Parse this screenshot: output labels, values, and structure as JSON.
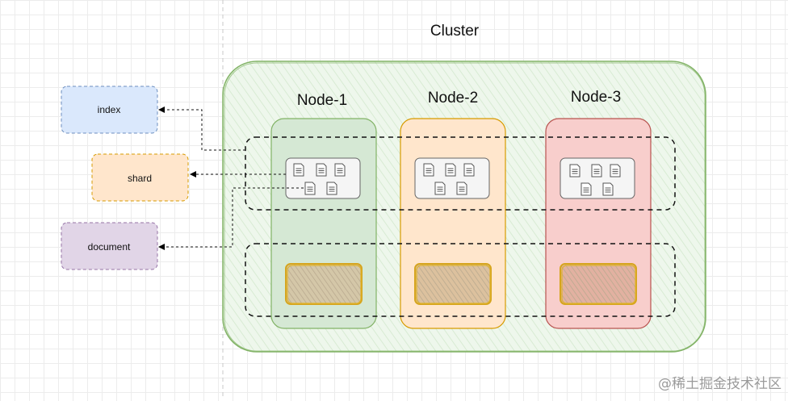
{
  "diagram": {
    "title": "Cluster",
    "legend": [
      {
        "id": "index",
        "label": "index",
        "fill": "#dae8fc",
        "stroke": "#6c8ebf"
      },
      {
        "id": "shard",
        "label": "shard",
        "fill": "#ffe6cc",
        "stroke": "#d79b00"
      },
      {
        "id": "document",
        "label": "document",
        "fill": "#e1d5e7",
        "stroke": "#9673a6"
      }
    ],
    "nodes": [
      {
        "label": "Node-1",
        "fill": "#d5e8d4",
        "stroke": "#82b366"
      },
      {
        "label": "Node-2",
        "fill": "#ffe6cc",
        "stroke": "#d79b00"
      },
      {
        "label": "Node-3",
        "fill": "#f8cecc",
        "stroke": "#b85450"
      }
    ],
    "cluster_fill": "#eef7ec",
    "cluster_stroke": "#82b366",
    "shard_box_fill": "#f5f5f5",
    "document_icon": "document-icon",
    "watermark": "@稀土掘金技术社区"
  }
}
